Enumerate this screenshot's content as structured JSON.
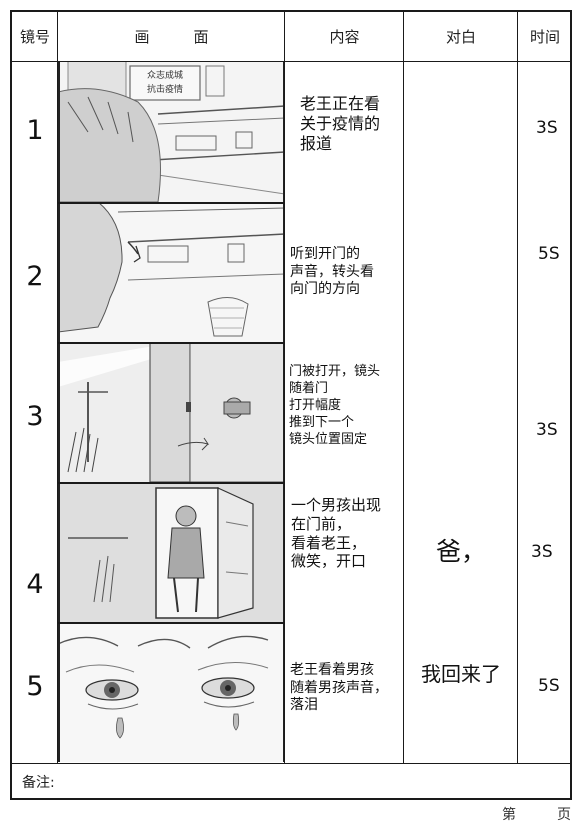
{
  "header": {
    "shot": "镜号",
    "painting_1": "画",
    "painting_2": "面",
    "content": "内容",
    "dialog": "对白",
    "time": "时间"
  },
  "rows": [
    {
      "shot": "1",
      "content_lines": [
        "老王正在看",
        "关于疫情的",
        "报道"
      ],
      "time": "3S"
    },
    {
      "shot": "2",
      "content_lines": [
        "听到开门的",
        "声音，转头看",
        "向门的方向"
      ],
      "time": "5S"
    },
    {
      "shot": "3",
      "content_lines": [
        "门被打开，镜头",
        "随着门",
        "打开幅度",
        "推到下一个",
        "镜头位置固定"
      ],
      "time": "3S"
    },
    {
      "shot": "4",
      "content_lines": [
        "一个男孩出现",
        "在门前，",
        "看着老王，",
        "微笑，开口"
      ],
      "time": "3S"
    },
    {
      "shot": "5",
      "content_lines": [
        "老王看着男孩",
        "随着男孩声音，",
        "落泪"
      ],
      "time": "5S"
    }
  ],
  "dialog": {
    "line1": "爸，",
    "line2": "我回来了"
  },
  "sketch_text": {
    "poster_1": "众志成城",
    "poster_2": "抗击疫情"
  },
  "notes_label": "备注:",
  "footer": {
    "page_1": "第",
    "page_2": "页"
  }
}
